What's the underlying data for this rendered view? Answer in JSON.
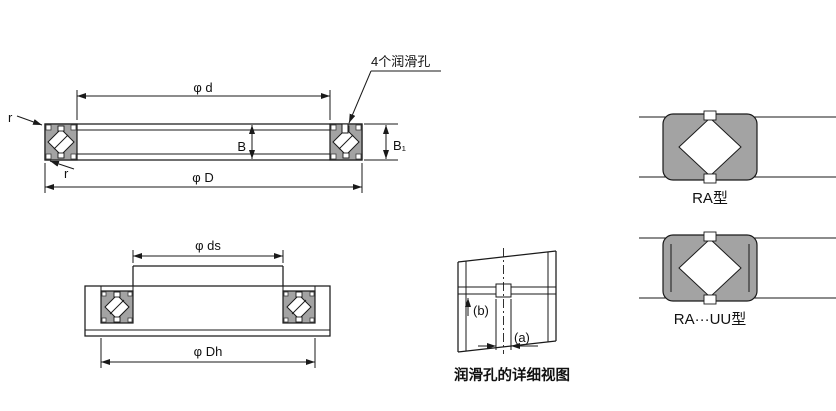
{
  "page": {
    "background": "#ffffff",
    "line_color": "#1a1a1a",
    "section_fill": "#a3a3a3"
  },
  "front_view": {
    "dim_bore": "φ d",
    "dim_outer": "φ D",
    "dim_width": "B",
    "dim_width_outer": "B₁",
    "radius_top": "r",
    "radius_bottom": "r",
    "lube_holes_note": "4个润滑孔"
  },
  "mounting_view": {
    "dim_shaft": "φ ds",
    "dim_housing": "φ Dh"
  },
  "lube_detail": {
    "dim_a": "(a)",
    "dim_b": "(b)",
    "caption": "润滑孔的详细视图"
  },
  "type_symbols": {
    "ra": "RA型",
    "ra_uu": "RA···UU型"
  }
}
